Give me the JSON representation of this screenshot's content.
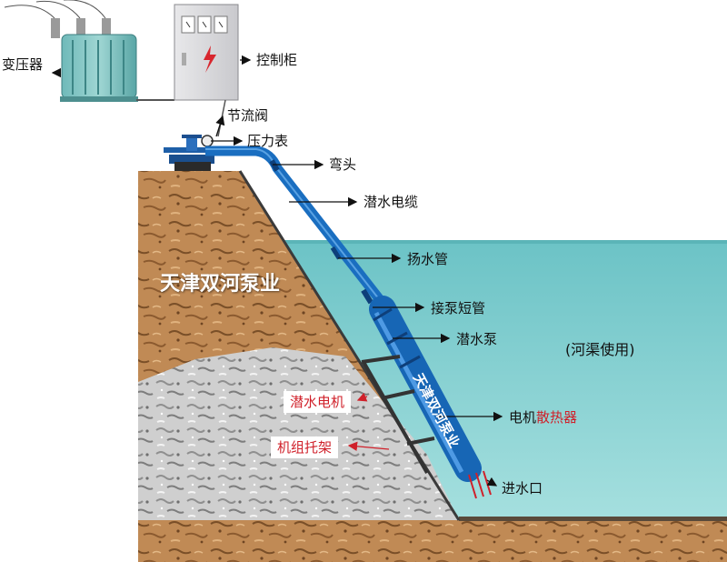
{
  "labels": {
    "transformer": "变压器",
    "control_cabinet": "控制柜",
    "throttle_valve": "节流阀",
    "pressure_gauge": "压力表",
    "elbow": "弯头",
    "submersible_cable": "潜水电缆",
    "riser_pipe": "扬水管",
    "pump_short_pipe": "接泵短管",
    "submersible_pump": "潜水泵",
    "river_use": "(河渠使用)",
    "motor_prefix": "电机",
    "motor_radiator": "散热器",
    "water_inlet": "进水口",
    "submersible_motor": "潜水电机",
    "unit_bracket": "机组托架"
  },
  "brand": {
    "embankment": "天津双河泵业",
    "pump_body": "天津双河泵业"
  },
  "colors": {
    "water": "#7fcccc",
    "soil": "#c08a55",
    "rock": "#c9c9c9",
    "pipe": "#1a6ec0",
    "callout_red": "#d0202a"
  }
}
